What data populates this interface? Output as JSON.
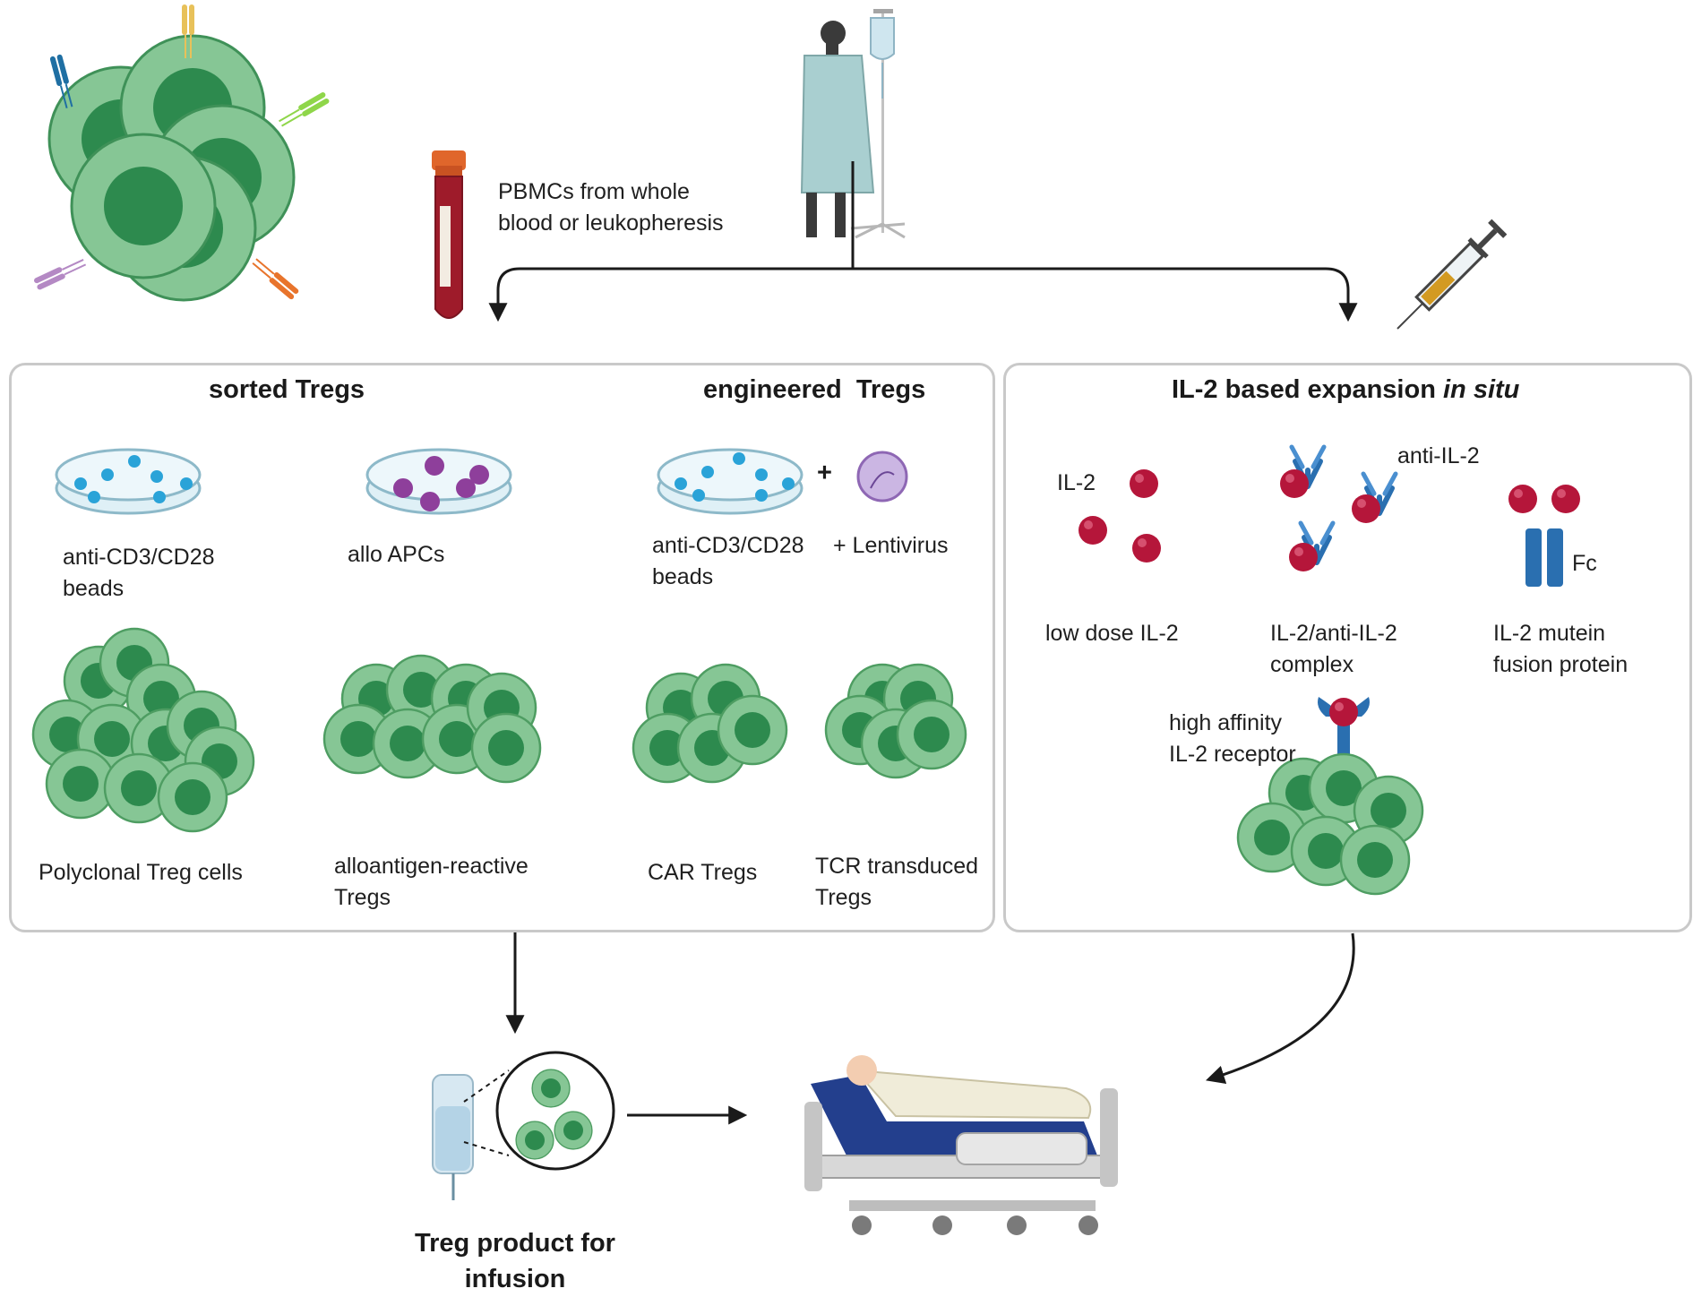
{
  "source": {
    "pbmc_label": "PBMCs from whole\nblood or leukopheresis"
  },
  "left_panel": {
    "sorted_title": "sorted Tregs",
    "engineered_title": "engineered  Tregs",
    "beads_label": "anti-CD3/CD28\nbeads",
    "allo_apcs_label": "allo APCs",
    "engineered_beads_label": "anti-CD3/CD28\nbeads",
    "plus_sign": "+",
    "lentivirus_label": "+ Lentivirus",
    "polyclonal_label": "Polyclonal Treg cells",
    "alloantigen_label": "alloantigen-reactive\nTregs",
    "car_label": "CAR Tregs",
    "tcr_label": "TCR transduced\nTregs"
  },
  "right_panel": {
    "title_main": "IL-2 based expansion ",
    "title_italic": "in situ",
    "il2_label": "IL-2",
    "anti_il2_label": "anti-IL-2",
    "fc_label": "Fc",
    "low_dose_label": "low dose IL-2",
    "complex_label": "IL-2/anti-IL-2\ncomplex",
    "mutein_label": "IL-2 mutein\nfusion protein",
    "receptor_label": "high affinity\nIL-2 receptor"
  },
  "product": {
    "label": "Treg product for\ninfusion"
  },
  "colors": {
    "cell_outer": "#86c695",
    "cell_edge": "#4e9d62",
    "cell_nucleus": "#2d8a4e",
    "il2_red": "#b5163a",
    "antibody_blue": "#2a6fb0",
    "bead_blue": "#2aa3d8",
    "apc_purple": "#8e3f9b",
    "panel_border": "#c9c9c9",
    "arrow": "#1a1a1a",
    "blood": "#9e1b2a",
    "tube_cap": "#e0662b"
  },
  "icons": [
    "cell-cluster-icon",
    "blood-tube-icon",
    "patient-iv-icon",
    "syringe-icon",
    "petri-dish-icon",
    "lentivirus-icon",
    "il2-sphere-icon",
    "antibody-icon",
    "iv-bag-icon",
    "hospital-bed-icon"
  ]
}
